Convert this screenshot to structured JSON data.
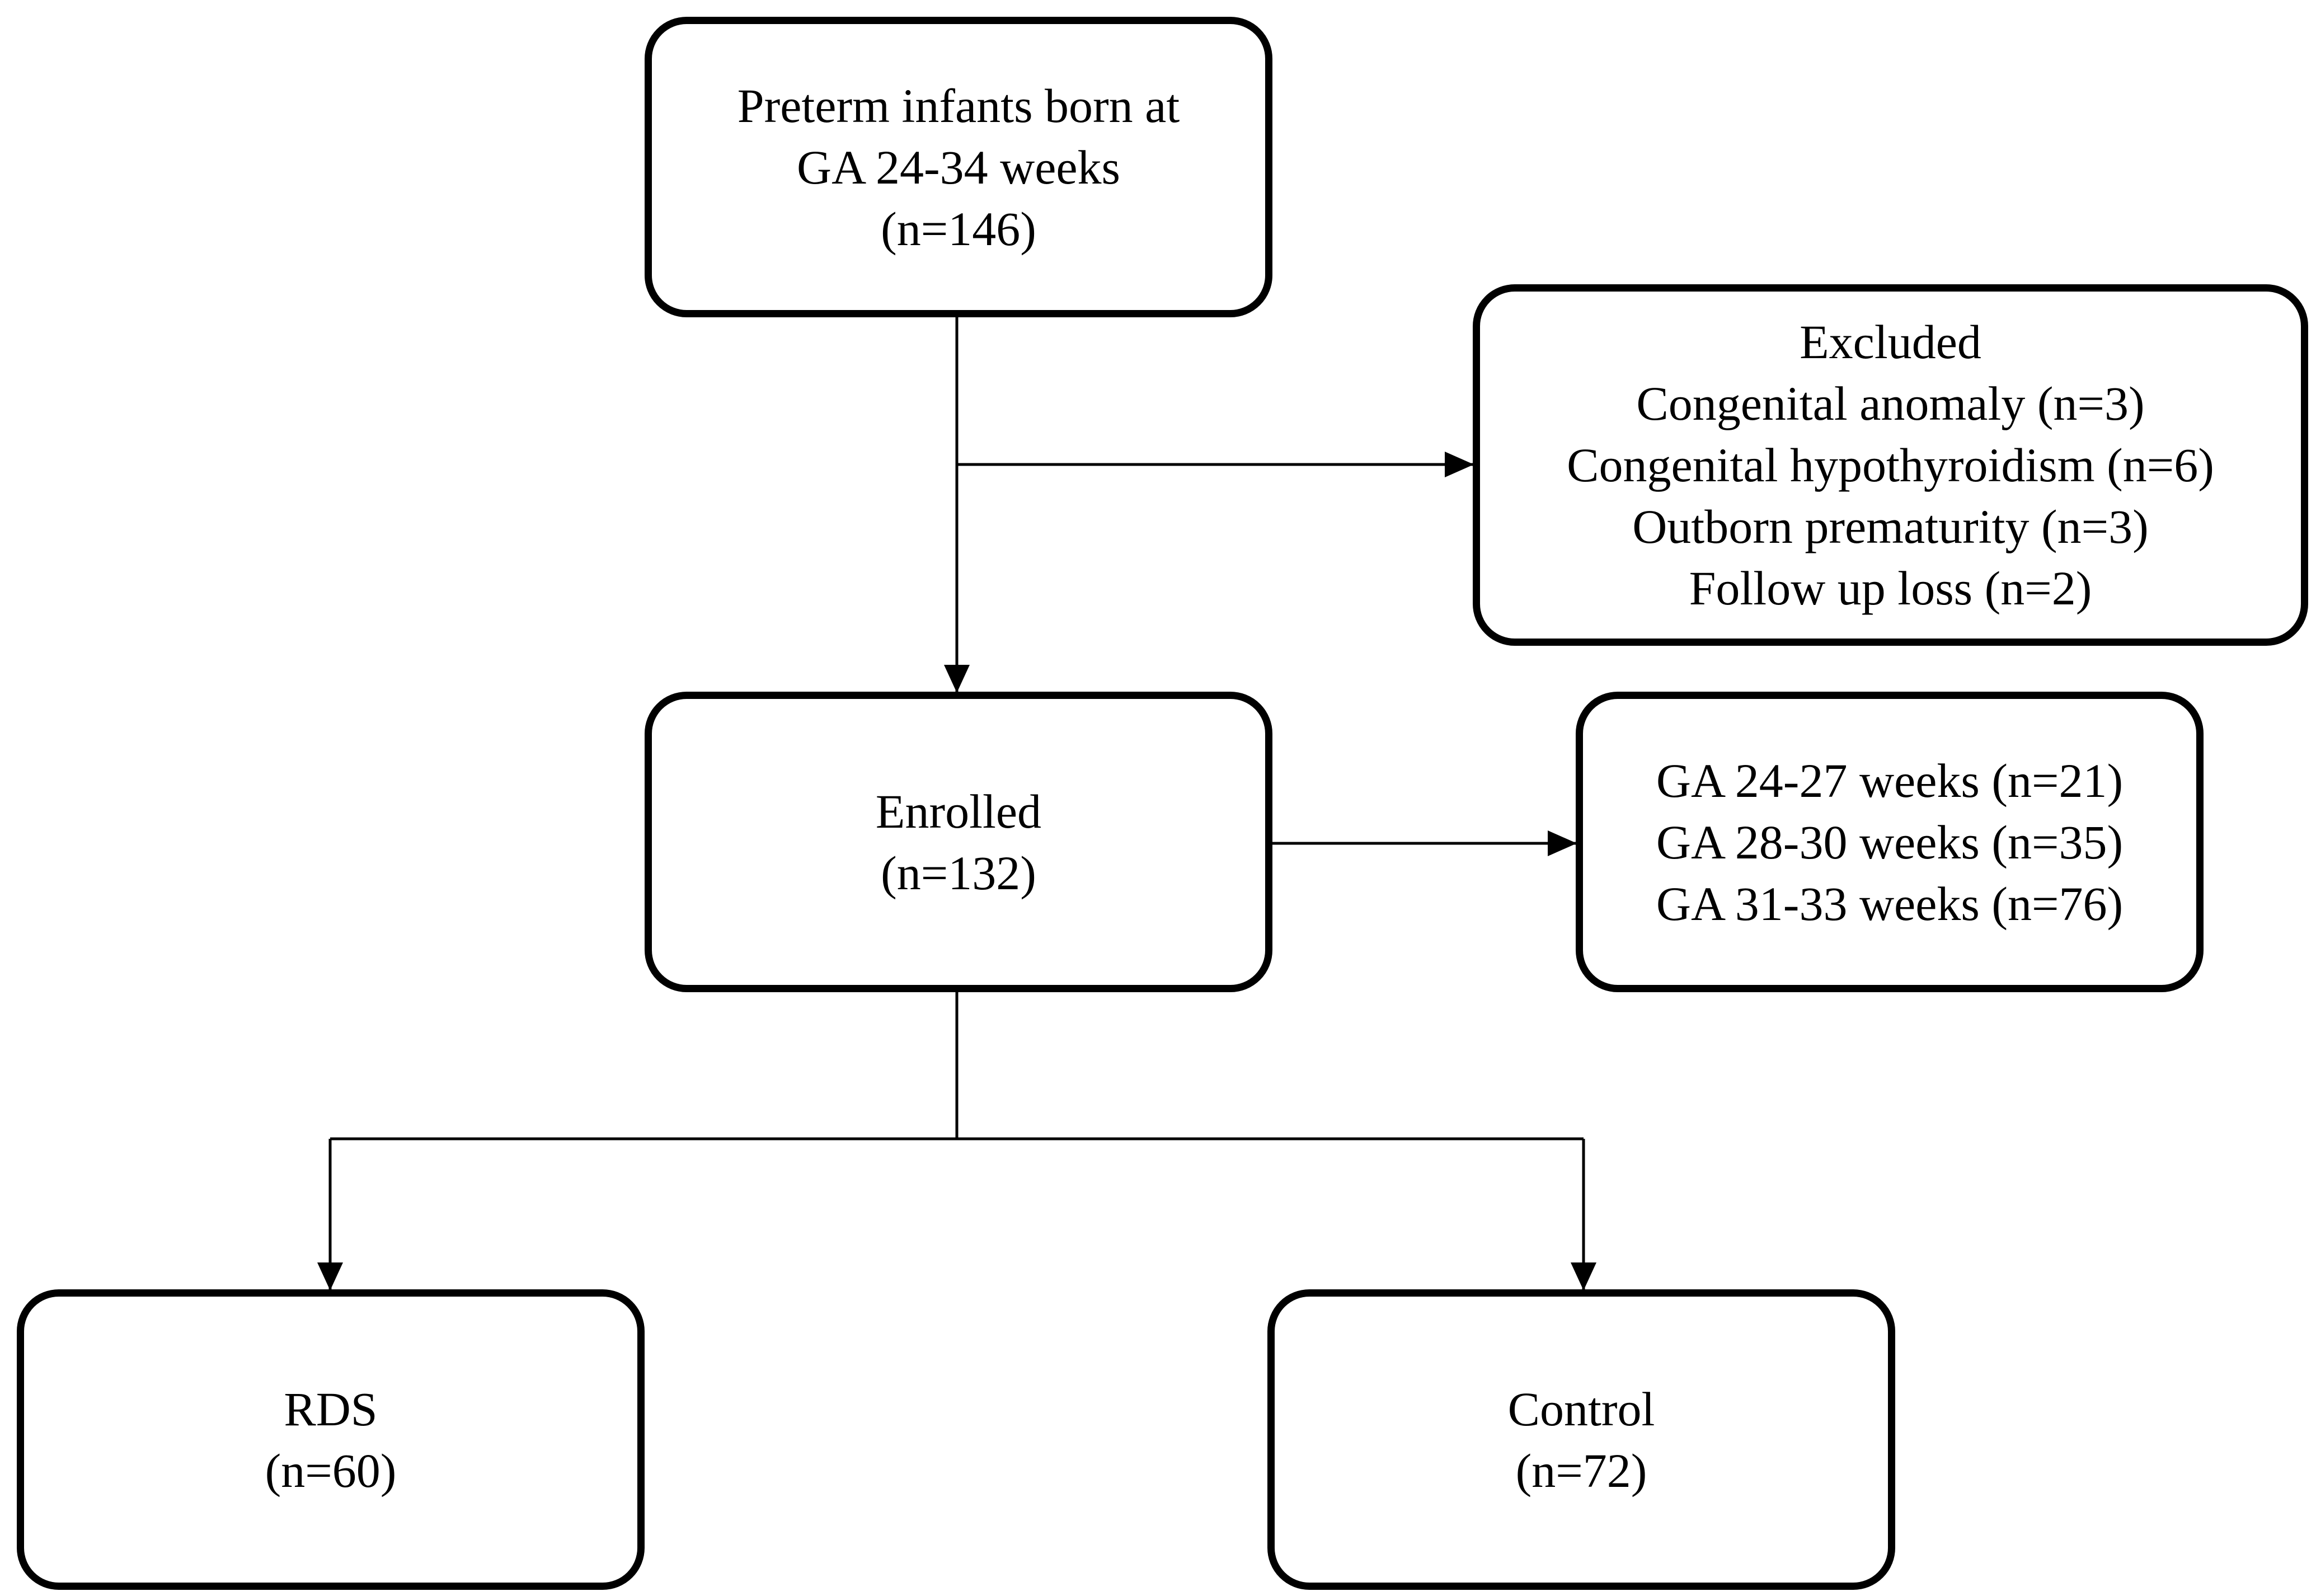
{
  "flowchart": {
    "screened": {
      "line1": "Preterm infants born at",
      "line2": "GA 24-34 weeks",
      "count": "(n=146)"
    },
    "excluded": {
      "title": "Excluded",
      "reasons": [
        "Congenital anomaly (n=3)",
        "Congenital hypothyroidism (n=6)",
        "Outborn prematurity (n=3)",
        "Follow up loss (n=2)"
      ]
    },
    "enrolled": {
      "title": "Enrolled",
      "count": "(n=132)"
    },
    "ga_groups": [
      "GA 24-27 weeks (n=21)",
      "GA 28-30 weeks (n=35)",
      "GA 31-33 weeks (n=76)"
    ],
    "rds": {
      "title": "RDS",
      "count": "(n=60)"
    },
    "control": {
      "title": "Control",
      "count": "(n=72)"
    }
  }
}
